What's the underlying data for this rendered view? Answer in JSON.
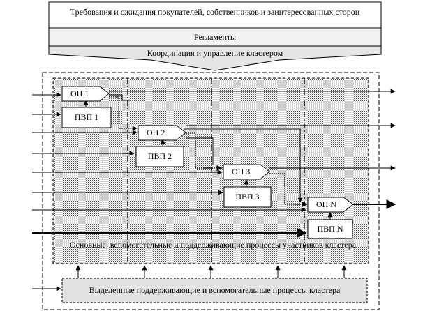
{
  "top_band": {
    "requirements": "Требования и ожидания покупателей, собственников и заинтересованных сторон",
    "regulations": "Регламенты",
    "coordination": "Координация и управление кластером"
  },
  "main_processes": [
    {
      "op": "ОП 1",
      "pvp": "ПВП 1"
    },
    {
      "op": "ОП 2",
      "pvp": "ПВП 2"
    },
    {
      "op": "ОП 3",
      "pvp": "ПВП 3"
    },
    {
      "op": "ОП N",
      "pvp": "ПВП N"
    }
  ],
  "cluster_area_label": "Основные, вспомогательные и поддерживающие процессы участников кластера",
  "bottom_box_label": "Выделенные поддерживающие и вспомогательные процессы кластера",
  "colors": {
    "line": "#000000",
    "dotted_fill": "#e4e4e4",
    "band_fill": "#e6e6e6",
    "bottom_box_fill": "#e2e2e2"
  }
}
